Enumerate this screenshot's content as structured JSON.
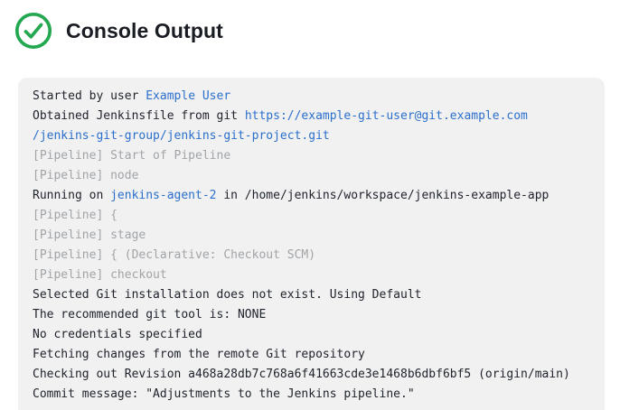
{
  "header": {
    "title": "Console Output",
    "status_icon": "check-circle-icon",
    "status_meaning": "build-success"
  },
  "colors": {
    "success_green": "#23A750",
    "panel_bg": "#f1f1f2",
    "text": "#20242c",
    "muted": "#a1a4a7",
    "link": "#2b6fcb"
  },
  "console": {
    "lines": [
      {
        "segments": [
          {
            "t": "Started by user ",
            "s": "plain"
          },
          {
            "t": "Example User",
            "s": "link"
          }
        ]
      },
      {
        "segments": [
          {
            "t": "Obtained Jenkinsfile from git ",
            "s": "plain"
          },
          {
            "t": "https://example-git-user@git.example.com",
            "s": "link"
          }
        ]
      },
      {
        "segments": [
          {
            "t": "/jenkins-git-group/jenkins-git-project.git",
            "s": "link"
          }
        ]
      },
      {
        "segments": [
          {
            "t": "[Pipeline] Start of Pipeline",
            "s": "muted"
          }
        ]
      },
      {
        "segments": [
          {
            "t": "[Pipeline] node",
            "s": "muted"
          }
        ]
      },
      {
        "segments": [
          {
            "t": "Running on ",
            "s": "plain"
          },
          {
            "t": "jenkins-agent-2",
            "s": "link"
          },
          {
            "t": " in /home/jenkins/workspace/jenkins-example-app",
            "s": "plain"
          }
        ]
      },
      {
        "segments": [
          {
            "t": "[Pipeline] {",
            "s": "muted"
          }
        ]
      },
      {
        "segments": [
          {
            "t": "[Pipeline] stage",
            "s": "muted"
          }
        ]
      },
      {
        "segments": [
          {
            "t": "[Pipeline] { (Declarative: Checkout SCM)",
            "s": "muted"
          }
        ]
      },
      {
        "segments": [
          {
            "t": "[Pipeline] checkout",
            "s": "muted"
          }
        ]
      },
      {
        "segments": [
          {
            "t": "Selected Git installation does not exist. Using Default",
            "s": "plain"
          }
        ]
      },
      {
        "segments": [
          {
            "t": "The recommended git tool is: NONE",
            "s": "plain"
          }
        ]
      },
      {
        "segments": [
          {
            "t": "No credentials specified",
            "s": "plain"
          }
        ]
      },
      {
        "segments": [
          {
            "t": "Fetching changes from the remote Git repository",
            "s": "plain"
          }
        ]
      },
      {
        "segments": [
          {
            "t": "Checking out Revision a468a28db7c768a6f41663cde3e1468b6dbf6bf5 (origin/main)",
            "s": "plain"
          }
        ]
      },
      {
        "segments": [
          {
            "t": "Commit message: \"Adjustments to the Jenkins pipeline.\"",
            "s": "plain"
          }
        ]
      }
    ]
  }
}
